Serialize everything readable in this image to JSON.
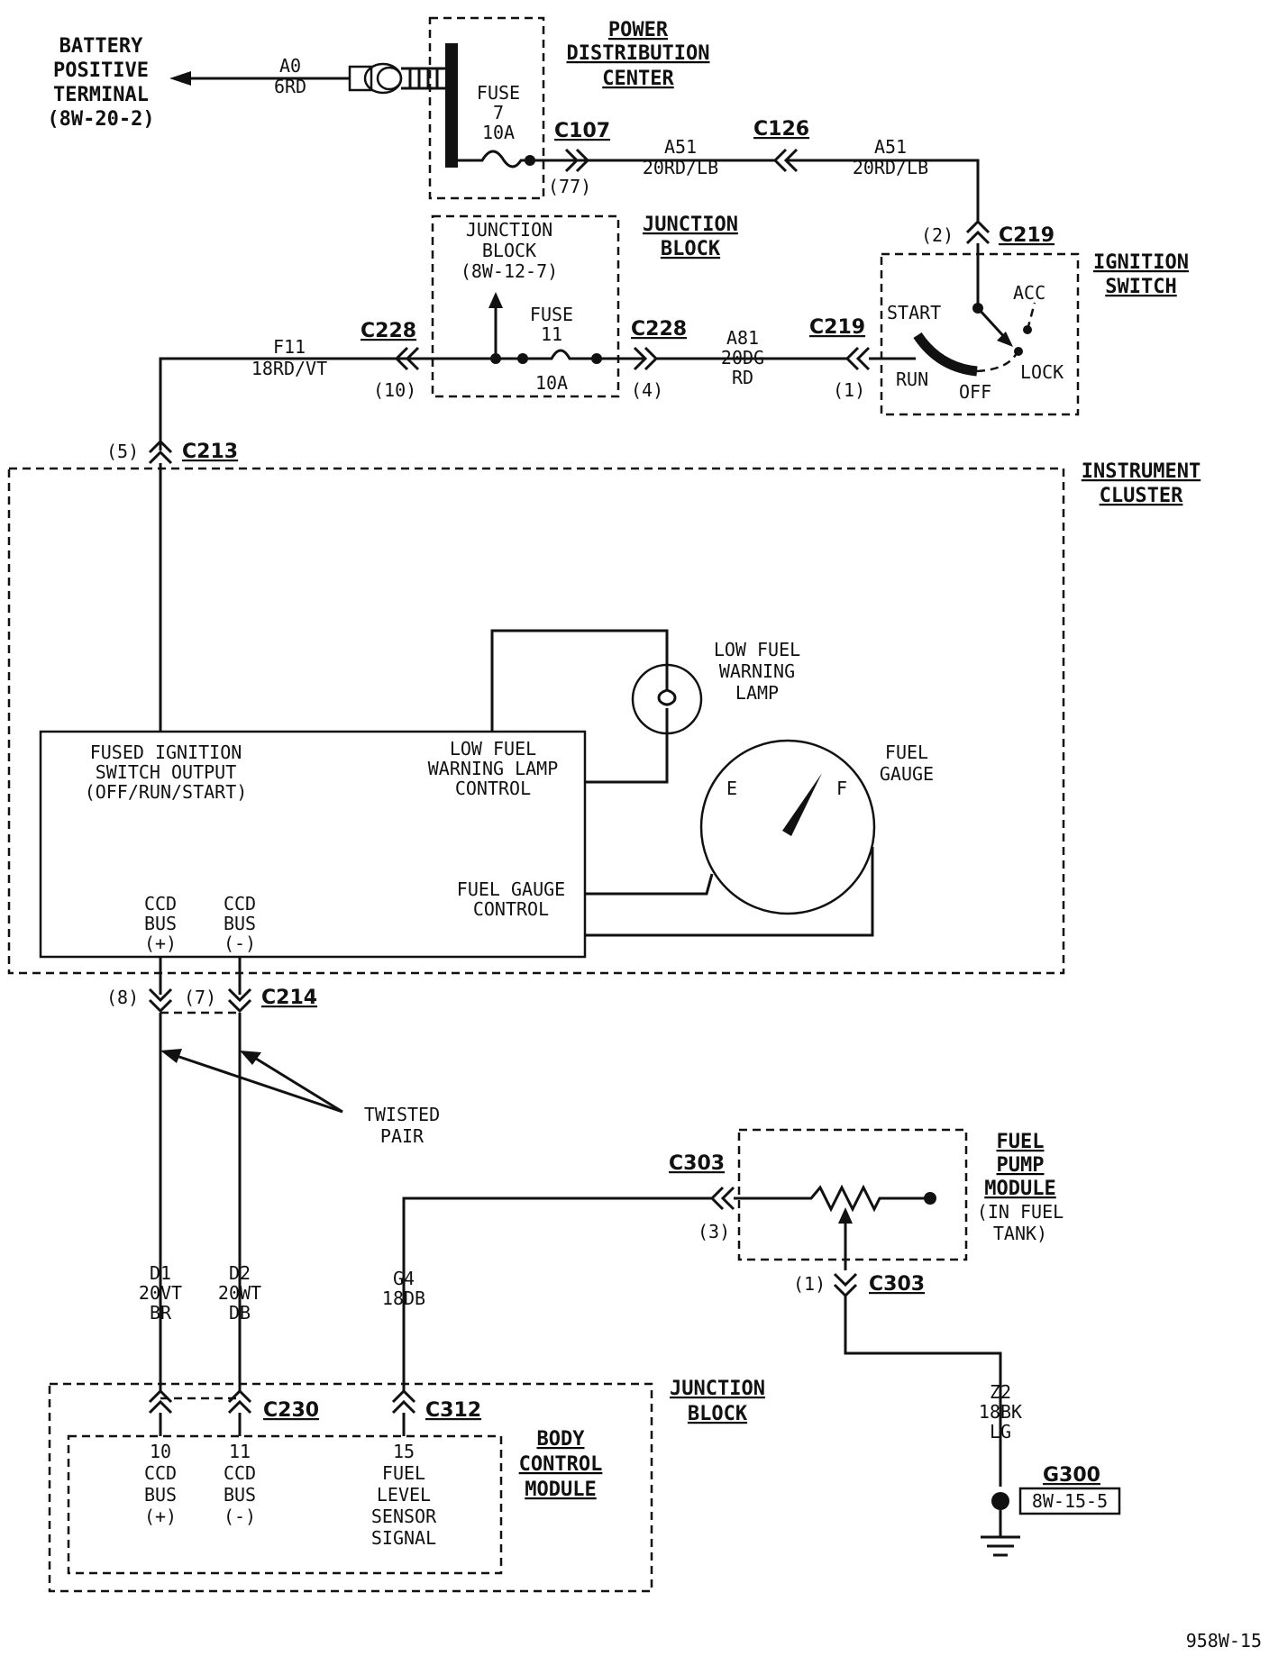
{
  "labels": {
    "battery": [
      "BATTERY",
      "POSITIVE",
      "TERMINAL",
      "(8W-20-2)"
    ],
    "w_a0": [
      "A0",
      "6RD"
    ],
    "pdc_title": [
      "POWER",
      "DISTRIBUTION",
      "CENTER"
    ],
    "fuse7": [
      "FUSE",
      "7",
      "10A"
    ],
    "c107": "C107",
    "c107_pin": "(77)",
    "w_a51a": [
      "A51",
      "20RD/LB"
    ],
    "c126": "C126",
    "w_a51b": [
      "A51",
      "20RD/LB"
    ],
    "c219_top_pin": "(2)",
    "c219_top": "C219",
    "ign_title": [
      "IGNITION",
      "SWITCH"
    ],
    "ign_positions": {
      "start": "START",
      "acc": "ACC",
      "run": "RUN",
      "off": "OFF",
      "lock": "LOCK"
    },
    "jb_inner": [
      "JUNCTION",
      "BLOCK",
      "(8W-12-7)"
    ],
    "jb_top_title": [
      "JUNCTION",
      "BLOCK"
    ],
    "fuse11": [
      "FUSE",
      "11",
      "10A"
    ],
    "c228_left": "C228",
    "c228_left_pin": "(10)",
    "c228_right": "C228",
    "c228_right_pin": "(4)",
    "w_f11": [
      "F11",
      "18RD/VT"
    ],
    "w_a81": [
      "A81",
      "20DG",
      "RD"
    ],
    "c219_mid": "C219",
    "c219_mid_pin": "(1)",
    "c213_pin": "(5)",
    "c213": "C213",
    "ic_title": [
      "INSTRUMENT",
      "CLUSTER"
    ],
    "low_fuel_lamp": [
      "LOW FUEL",
      "WARNING",
      "LAMP"
    ],
    "fused_ign": [
      "FUSED IGNITION",
      "SWITCH OUTPUT",
      "(OFF/RUN/START)"
    ],
    "low_fuel_ctrl": [
      "LOW FUEL",
      "WARNING LAMP",
      "CONTROL"
    ],
    "fuel_gauge": [
      "FUEL",
      "GAUGE"
    ],
    "gauge_e": "E",
    "gauge_f": "F",
    "fuel_gauge_ctrl": [
      "FUEL GAUGE",
      "CONTROL"
    ],
    "ccd_plus": [
      "CCD",
      "BUS",
      "(+)"
    ],
    "ccd_minus": [
      "CCD",
      "BUS",
      "(-)"
    ],
    "c214_pin8": "(8)",
    "c214_pin7": "(7)",
    "c214": "C214",
    "twisted_pair": [
      "TWISTED",
      "PAIR"
    ],
    "c303_top": "C303",
    "c303_top_pin": "(3)",
    "fpm_title": [
      "FUEL",
      "PUMP",
      "MODULE"
    ],
    "fpm_note": [
      "(IN FUEL",
      "TANK)"
    ],
    "c303_bot_pin": "(1)",
    "c303_bot": "C303",
    "w_d1": [
      "D1",
      "20VT",
      "BR"
    ],
    "w_d2": [
      "D2",
      "20WT",
      "DB"
    ],
    "w_g4": [
      "G4",
      "18DB"
    ],
    "w_z2": [
      "Z2",
      "18BK",
      "LG"
    ],
    "jb_bottom_title": [
      "JUNCTION",
      "BLOCK"
    ],
    "c230": "C230",
    "c312": "C312",
    "bcm_title": [
      "BODY",
      "CONTROL",
      "MODULE"
    ],
    "bcm_pin10": [
      "10",
      "CCD",
      "BUS",
      "(+)"
    ],
    "bcm_pin11": [
      "11",
      "CCD",
      "BUS",
      "(-)"
    ],
    "bcm_pin15": [
      "15",
      "FUEL",
      "LEVEL",
      "SENSOR",
      "SIGNAL"
    ],
    "g300": "G300",
    "g300_ref": "8W-15-5",
    "page_code": "958W-15"
  }
}
